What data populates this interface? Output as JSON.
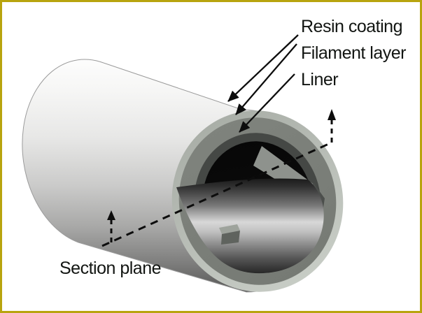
{
  "diagram": {
    "labels": {
      "resin_coating": "Resin coating",
      "filament_layer": "Filament layer",
      "liner": "Liner",
      "section_plane": "Section plane"
    },
    "colors": {
      "border": "#b8a40e",
      "background": "#ffffff",
      "resin_ring": "#b7bcb5",
      "filament_ring": "#7e827e",
      "liner_ring": "#454845",
      "bore": "#0a0a0a",
      "interior_highlight": "#d8d8d8",
      "annotation_line": "#0d0d0d",
      "cut_face_upper": "#8e928d",
      "cut_face_right": "#4c4f4c",
      "step_ledge": "#9ea39c",
      "step_face": "#5f635e"
    }
  }
}
